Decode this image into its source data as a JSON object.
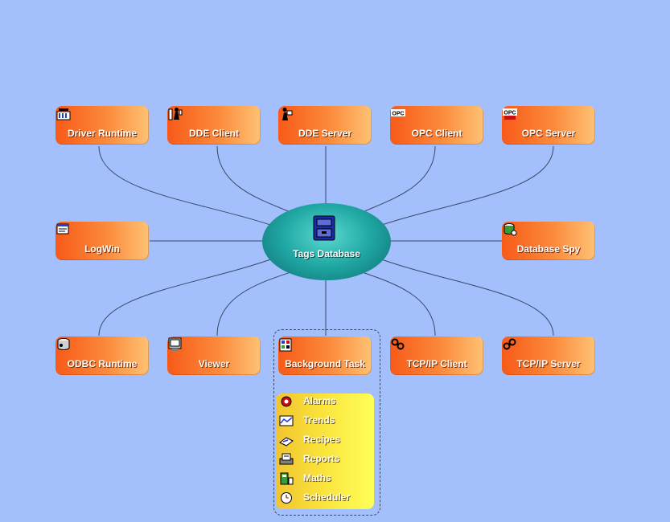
{
  "hub": {
    "label": "Tags Database",
    "icon": "database-icon"
  },
  "modules": [
    {
      "id": "driver-runtime",
      "label": "Driver Runtime",
      "icon": "driver-icon"
    },
    {
      "id": "dde-client",
      "label": "DDE Client",
      "icon": "dde-client-icon"
    },
    {
      "id": "dde-server",
      "label": "DDE Server",
      "icon": "dde-server-icon"
    },
    {
      "id": "opc-client",
      "label": "OPC Client",
      "icon": "opc-client-icon"
    },
    {
      "id": "opc-server",
      "label": "OPC Server",
      "icon": "opc-server-icon"
    },
    {
      "id": "logwin",
      "label": "LogWin",
      "icon": "logwin-icon"
    },
    {
      "id": "database-spy",
      "label": "Database Spy",
      "icon": "database-spy-icon"
    },
    {
      "id": "odbc-runtime",
      "label": "ODBC Runtime",
      "icon": "odbc-icon"
    },
    {
      "id": "viewer",
      "label": "Viewer",
      "icon": "viewer-icon"
    },
    {
      "id": "background-task",
      "label": "Background Task",
      "icon": "background-task-icon"
    },
    {
      "id": "tcpip-client",
      "label": "TCP/IP Client",
      "icon": "tcpip-client-icon"
    },
    {
      "id": "tcpip-server",
      "label": "TCP/IP Server",
      "icon": "tcpip-server-icon"
    }
  ],
  "background_tasks": [
    {
      "label": "Alarms",
      "icon": "alarm-icon"
    },
    {
      "label": "Trends",
      "icon": "trend-icon"
    },
    {
      "label": "Recipes",
      "icon": "recipe-icon"
    },
    {
      "label": "Reports",
      "icon": "report-icon"
    },
    {
      "label": "Maths",
      "icon": "math-icon"
    },
    {
      "label": "Scheduler",
      "icon": "clock-icon"
    }
  ],
  "colors": {
    "background": "#a4c0fc",
    "module_orange": "#f75a18",
    "hub_teal": "#20a8a4",
    "task_yellow": "#f9e23a",
    "link_line": "#384868"
  }
}
